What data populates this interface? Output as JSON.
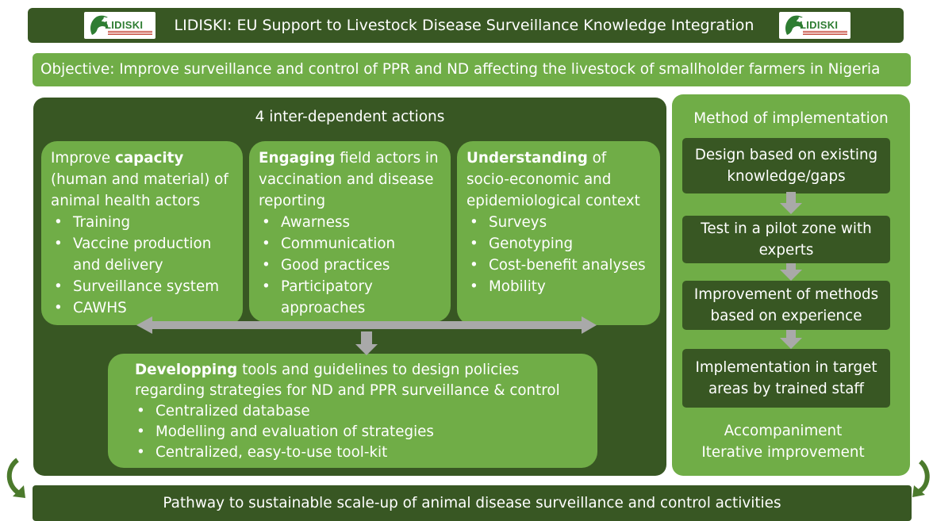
{
  "header": {
    "title": "LIDISKI: EU Support to Livestock Disease Surveillance Knowledge Integration",
    "logo_text": "LIDISKI"
  },
  "objective": "Objective: Improve surveillance and control of PPR and ND affecting the livestock of smallholder farmers in Nigeria",
  "actions": {
    "title": "4 inter-dependent actions",
    "capacity": {
      "intro_pre": "Improve ",
      "intro_bold": "capacity",
      "intro_post": " (human and material) of animal health actors",
      "items": [
        "Training",
        "Vaccine production and delivery",
        "Surveillance system",
        "CAWHS"
      ]
    },
    "engaging": {
      "intro_bold": "Engaging",
      "intro_post": " field actors in vaccination and disease reporting",
      "items": [
        "Awarness",
        "Communication",
        "Good practices",
        "Participatory approaches"
      ]
    },
    "understanding": {
      "intro_bold": "Understanding",
      "intro_post": " of socio-economic and epidemiological context",
      "items": [
        "Surveys",
        "Genotyping",
        "Cost-benefit analyses",
        "Mobility"
      ]
    },
    "developping": {
      "intro_bold": "Developping",
      "intro_post": " tools and guidelines to design policies regarding strategies for ND and PPR surveillance & control",
      "items": [
        "Centralized database",
        "Modelling and evaluation of strategies",
        "Centralized, easy-to-use tool-kit"
      ]
    }
  },
  "method": {
    "title": "Method of implementation",
    "steps": [
      "Design based on existing knowledge/gaps",
      "Test in a pilot zone with experts",
      "Improvement of methods based on experience",
      "Implementation in target areas by trained staff"
    ],
    "footer_line1": "Accompaniment",
    "footer_line2": "Iterative improvement"
  },
  "footer": "Pathway to sustainable scale-up of animal disease surveillance and control activities",
  "colors": {
    "dark_green": "#385723",
    "mid_green": "#548235",
    "light_green": "#70ad47",
    "arrow_gray": "#a9a9a9",
    "logo_green": "#2e7d32"
  }
}
